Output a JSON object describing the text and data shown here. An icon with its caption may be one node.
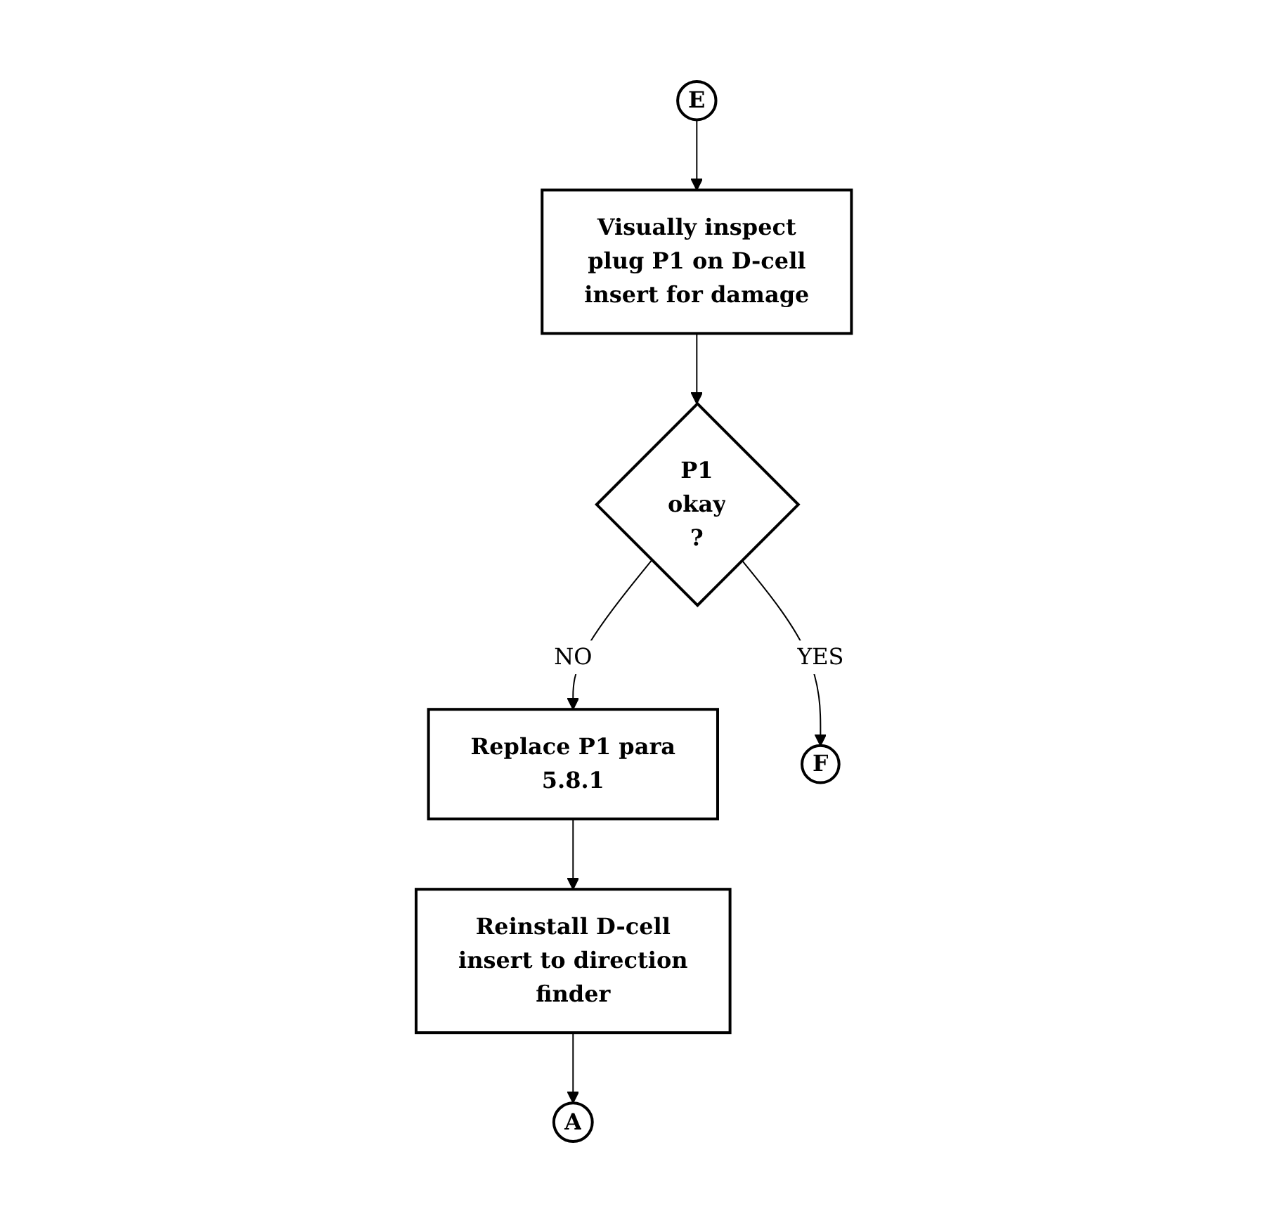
{
  "diagram": {
    "nodes": [
      {
        "text": [
          "E"
        ]
      },
      {
        "text": [
          "Visually inspect plug P1 on D-cell insert for damage"
        ]
      },
      {
        "text": [
          "P1 okay ?"
        ]
      },
      {
        "text": [
          "Replace P1 para 5.8.1"
        ]
      },
      {
        "text": [
          "F"
        ]
      },
      {
        "text": [
          "Reinstall D-cell insert to direction finder"
        ]
      },
      {
        "text": [
          "A"
        ]
      }
    ],
    "edges": [
      {
        "from": 0,
        "to": 1,
        "arrow": "to"
      },
      {
        "from": 1,
        "to": 2,
        "arrow": "to"
      },
      {
        "from": 2,
        "to": 3,
        "arrow": "to",
        "label": "NO"
      },
      {
        "from": 2,
        "to": 4,
        "arrow": "to",
        "label": "YES"
      },
      {
        "from": 3,
        "to": 5,
        "arrow": "to"
      },
      {
        "from": 5,
        "to": 6,
        "arrow": "to"
      }
    ]
  }
}
